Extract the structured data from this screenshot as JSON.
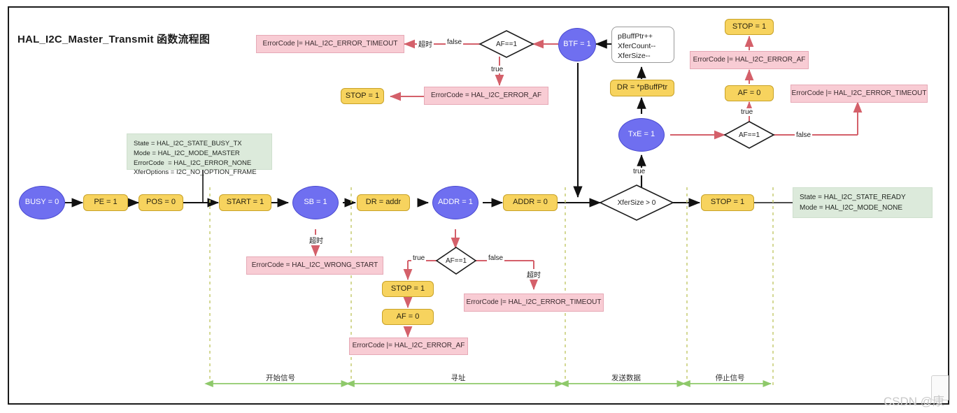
{
  "title": "HAL_I2C_Master_Transmit 函数流程图",
  "watermark": "CSDN @康",
  "colors": {
    "circle_fill": "#6f6ff0",
    "yellow_fill": "#f7d35e",
    "pink_fill": "#f8ccd4",
    "green_fill": "#dceadb",
    "black_edge": "#111111",
    "red_edge": "#d4606a",
    "phase_green": "#8ec96a"
  },
  "nodes": {
    "busy": "BUSY = 0",
    "pe": "PE = 1",
    "pos": "POS = 0",
    "start": "START = 1",
    "sb": "SB = 1",
    "dr_addr": "DR = addr",
    "addr1": "ADDR = 1",
    "addr0": "ADDR = 0",
    "xfersize": "XferSize > 0",
    "stop_main": "STOP = 1",
    "txe": "TxE = 1",
    "dr_pbuffptr": "DR = *pBuffPtr",
    "btf": "BTF = 1",
    "af_top": "AF==1",
    "af_addr": "AF==1",
    "af_txe": "AF==1",
    "stop_top": "STOP = 1",
    "stop_addr": "STOP = 1",
    "stop_right": "STOP = 1",
    "af0_addr": "AF = 0",
    "af0_right": "AF = 0"
  },
  "notes": {
    "state_busy_tx": "State = HAL_I2C_STATE_BUSY_TX\nMode = HAL_I2C_MODE_MASTER\nErrorCode  = HAL_I2C_ERROR_NONE\nXferOptions = I2C_NO_OPTION_FRAME",
    "state_ready": "State = HAL_I2C_STATE_READY\nMode = HAL_I2C_MODE_NONE",
    "buff_update": "pBuffPtr++\nXferCount--\nXferSize--"
  },
  "errors": {
    "timeout_top": "ErrorCode |= HAL_I2C_ERROR_TIMEOUT",
    "af_top": "ErrorCode = HAL_I2C_ERROR_AF",
    "wrong_start": "ErrorCode = HAL_I2C_WRONG_START",
    "af_addr": "ErrorCode |= HAL_I2C_ERROR_AF",
    "timeout_addr": "ErrorCode |= HAL_I2C_ERROR_TIMEOUT",
    "af_right": "ErrorCode |= HAL_I2C_ERROR_AF",
    "timeout_right": "ErrorCode |= HAL_I2C_ERROR_TIMEOUT"
  },
  "edge_labels": {
    "top_timeout": "超时",
    "top_false": "false",
    "top_true": "true",
    "sb_timeout": "超时",
    "addr_true": "true",
    "addr_false": "false",
    "addr_timeout": "超时",
    "xfersize_true": "true",
    "txe_true": "true",
    "txe_false": "false"
  },
  "phases": [
    {
      "label": "开始信号"
    },
    {
      "label": "寻址"
    },
    {
      "label": "发送数据"
    },
    {
      "label": "停止信号"
    }
  ]
}
